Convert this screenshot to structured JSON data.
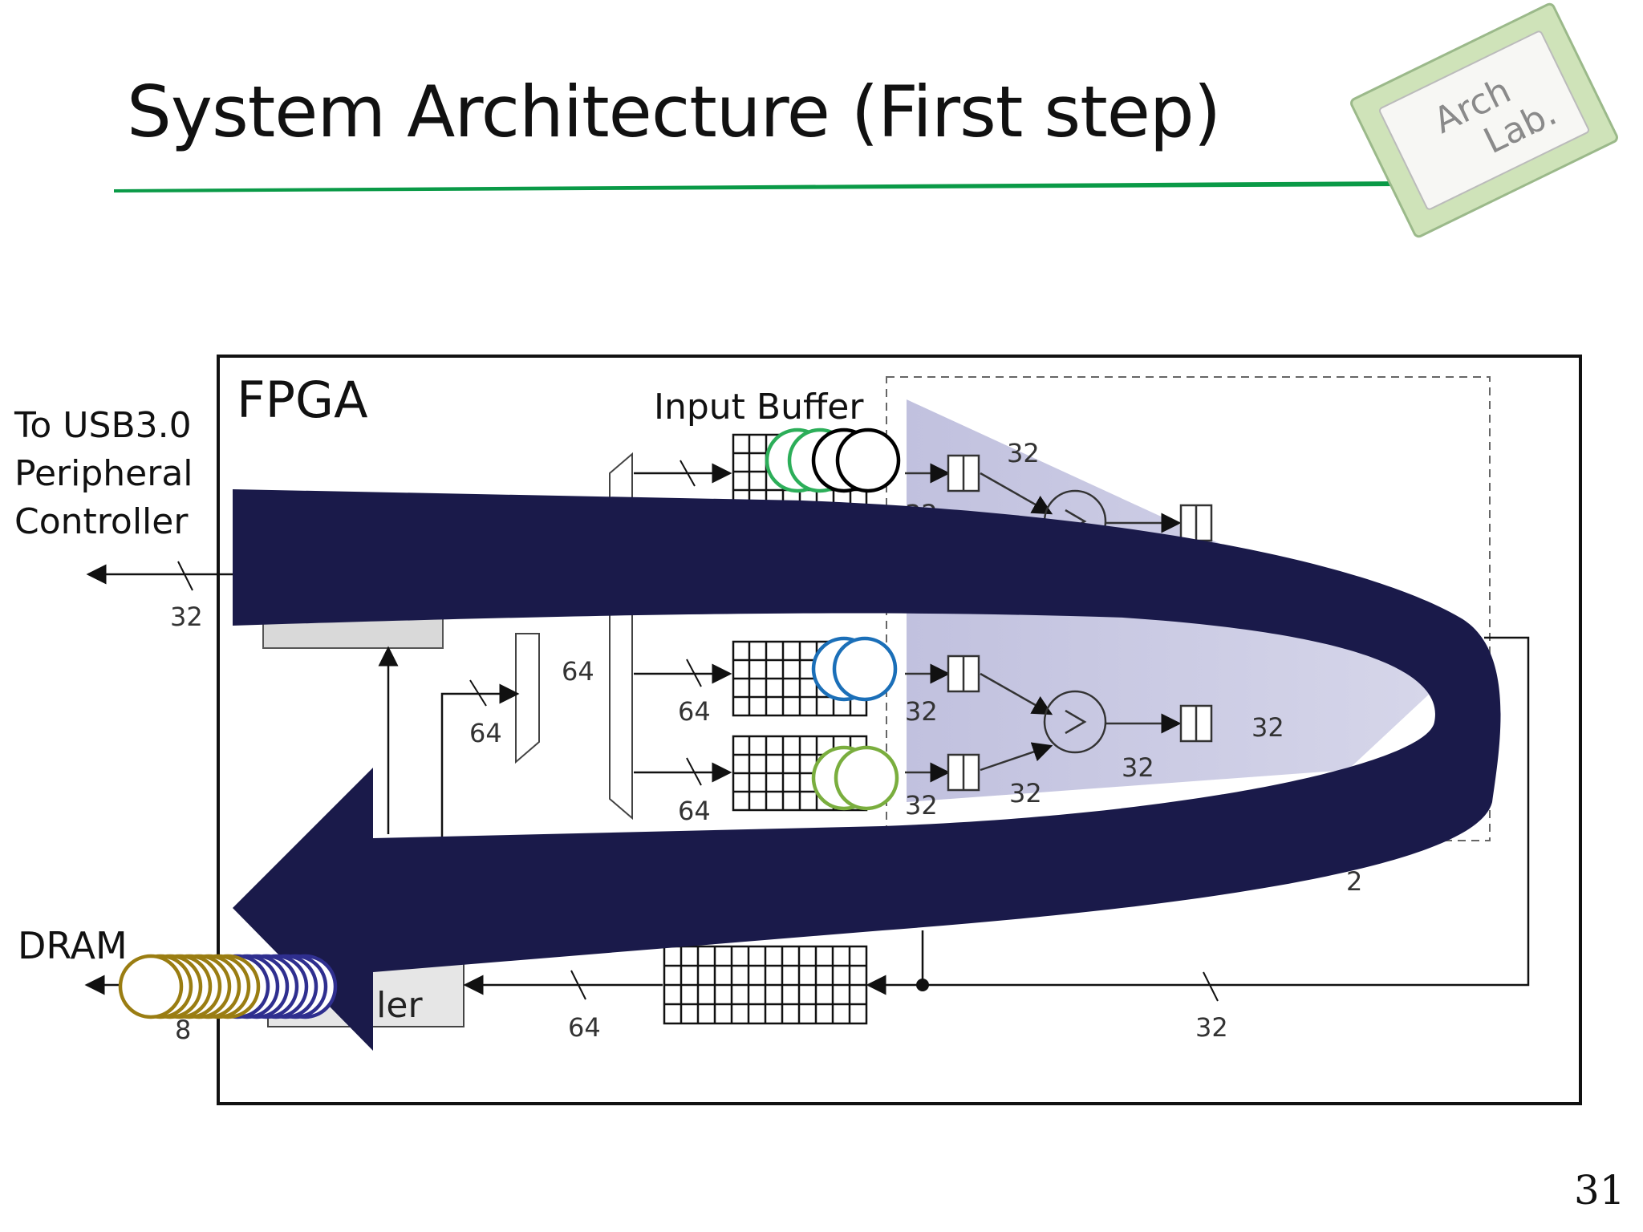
{
  "slide": {
    "title": "System Architecture (First step)",
    "page_number": "31"
  },
  "logo": {
    "line1": "Arch",
    "line2": "Lab."
  },
  "diagram": {
    "fpga_label": "FPGA",
    "input_buffer_label": "Input Buffer",
    "usb_label": [
      "To USB3.0",
      "Peripheral",
      "Controller"
    ],
    "dram_label": "DRAM",
    "controller_fragment": "oller",
    "bus_widths": {
      "usb": "32",
      "dram": "8",
      "left_64": "64",
      "mux_64": "64",
      "buf_64a": "64",
      "buf_64b": "64",
      "bottom_64": "64",
      "bottom_32": "32",
      "p1": "32",
      "p2": "32",
      "p3": "32",
      "p4": "32",
      "p5": "32",
      "p6": "32",
      "p7": "32",
      "p8": "32",
      "partial": "2"
    }
  },
  "colors": {
    "title_underline": "#0a9a47",
    "logo_chip": "#cfe3b9",
    "arrow": "#1a1a4a",
    "pipeline_shade": "#8e8ec4",
    "circle_green": "#2cae59",
    "circle_black": "#000000",
    "circle_blue": "#1b6fb8",
    "circle_lightgreen": "#7aae3e",
    "circle_gold": "#9a7d12",
    "circle_navy": "#2f2f8f"
  }
}
